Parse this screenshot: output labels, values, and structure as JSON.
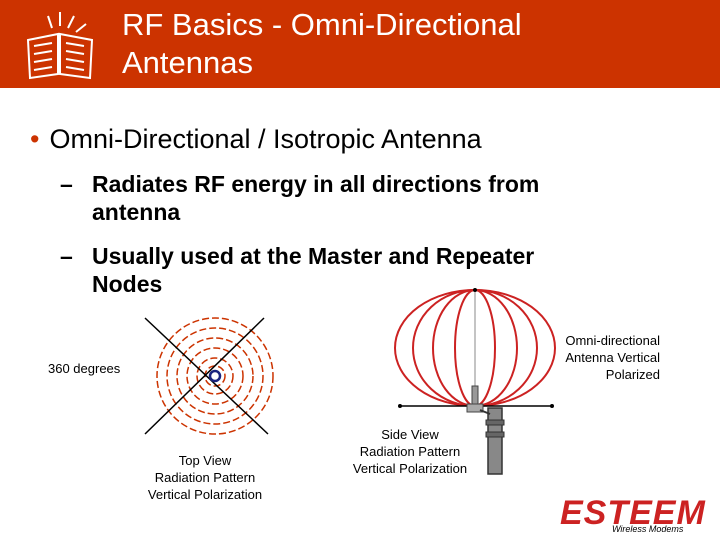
{
  "header": {
    "title_line1": "RF Basics - Omni-Directional",
    "title_line2": "Antennas",
    "icon": "open-book-icon",
    "bg_color": "#cc3300"
  },
  "bullets": {
    "main": "Omni-Directional / Isotropic  Antenna",
    "sub1_line1": "Radiates RF energy in all directions from",
    "sub1_line2": "antenna",
    "sub2_line1": "Usually used at the Master and Repeater",
    "sub2_line2": "Nodes",
    "dash": "–",
    "dot": "•"
  },
  "diagram": {
    "degrees_label": "360 degrees",
    "top_view_line1": "Top View",
    "top_view_line2": "Radiation Pattern",
    "top_view_line3": "Vertical Polarization",
    "side_view_line1": "Side View",
    "side_view_line2": "Radiation Pattern",
    "side_view_line3": "Vertical Polarization",
    "omni_line1": "Omni-directional",
    "omni_line2": "Antenna Vertical",
    "omni_line3": "Polarized",
    "pattern_color": "#cc2222"
  },
  "logo": {
    "name": "ESTEEM",
    "tagline": "Wireless Modems"
  }
}
